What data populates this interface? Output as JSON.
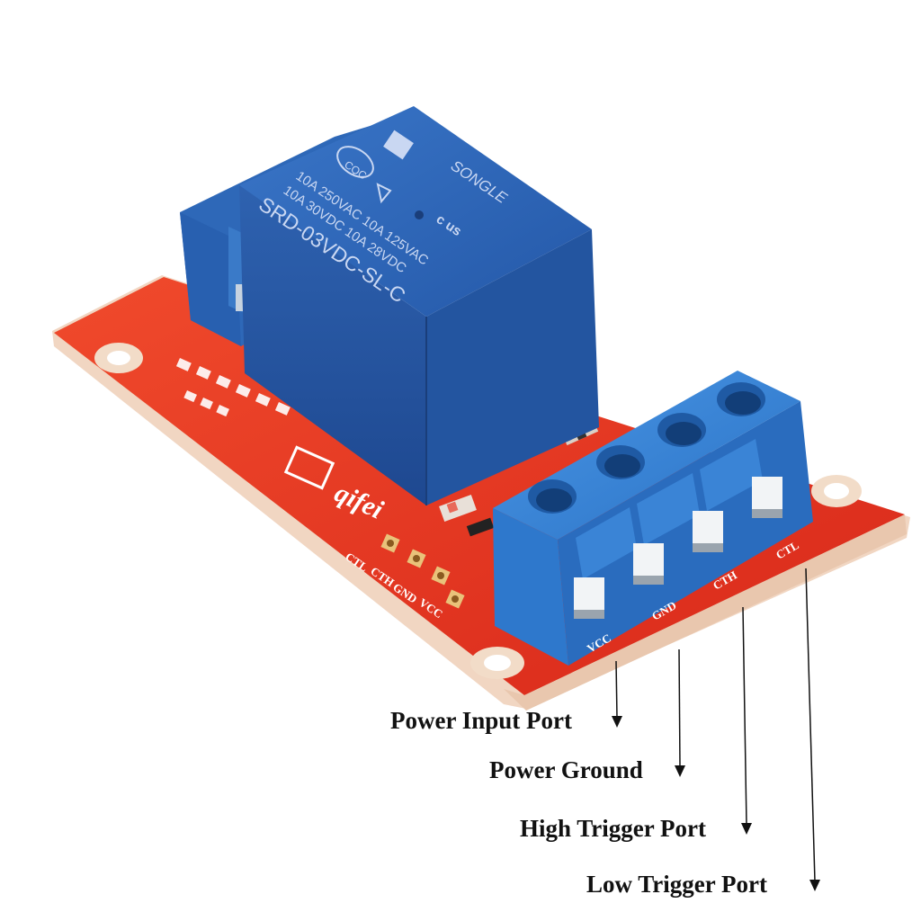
{
  "relay": {
    "brand": "SONGLE",
    "rating_line_1": "10A 250VAC   10A 125VAC",
    "rating_line_2": "10A 30VDC   10A 28VDC",
    "model": "SRD-03VDC-SL-C",
    "cert_mark": "CQC",
    "ul_mark": "c  us"
  },
  "board": {
    "header_labels": [
      "CTL",
      "CTH",
      "GND",
      "VCC"
    ],
    "terminal_labels": [
      "VCC",
      "GND",
      "CTH",
      "CTL"
    ],
    "logo_text": "qifei"
  },
  "callouts": {
    "power_input": "Power Input Port",
    "power_ground": "Power Ground",
    "high_trigger": "High Trigger Port",
    "low_trigger": "Low Trigger Port"
  },
  "colors": {
    "pcb": "#e8331c",
    "pcb_edge": "#f3d9c8",
    "relay_blue": "#2a66b8",
    "terminal_blue": "#3a86d8"
  }
}
